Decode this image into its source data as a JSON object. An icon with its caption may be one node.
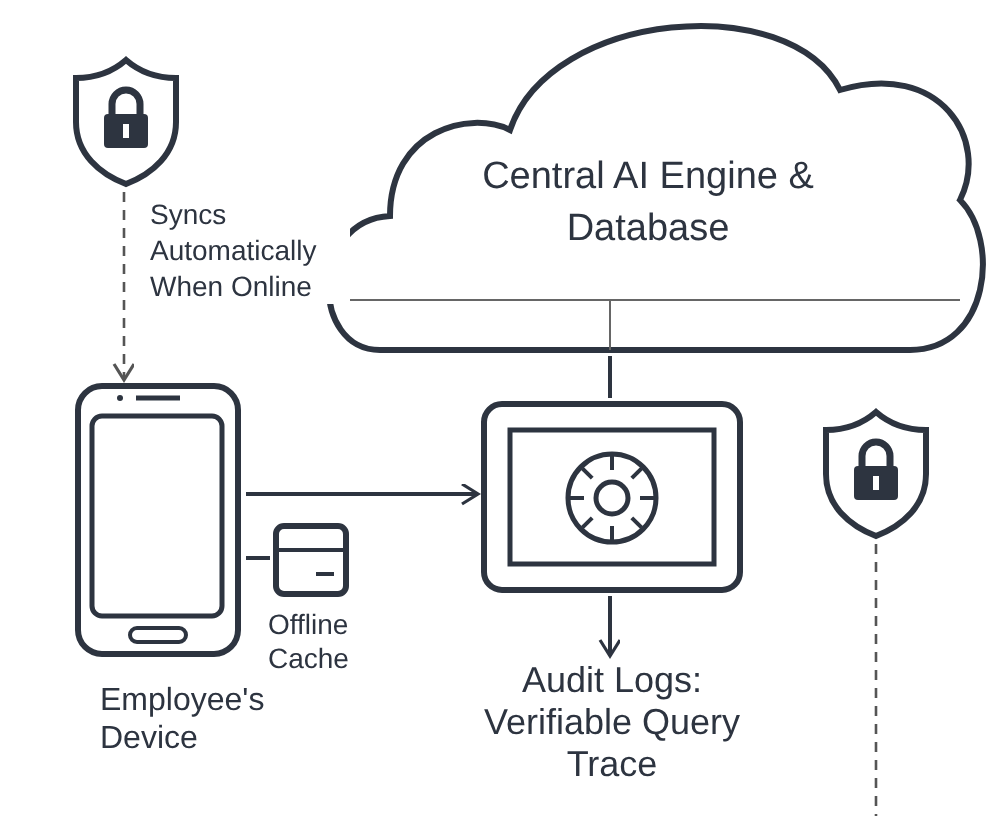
{
  "diagram": {
    "nodes": [
      {
        "text": [],
        "shape": "shield"
      },
      {
        "text": [
          "Central AI Engine & Database"
        ]
      },
      {
        "text": [
          "Employee's Device"
        ]
      },
      {
        "text": [
          "Offline Cache"
        ]
      },
      {
        "text": [],
        "shape": "monitor"
      },
      {
        "text": [
          "Audit Logs: Verifiable Query Trace"
        ]
      },
      {
        "text": [],
        "shape": "shield"
      }
    ],
    "edges": [
      {
        "from": 0,
        "to": 2,
        "arrow": "to",
        "style": "dashed",
        "label": "Syncs Automatically When Online"
      },
      {
        "from": 2,
        "to": 4,
        "arrow": "to"
      },
      {
        "from": 2,
        "to": 3,
        "arrow": "none"
      },
      {
        "from": 1,
        "to": 4,
        "arrow": "none"
      },
      {
        "from": 4,
        "to": 5,
        "arrow": "to"
      },
      {
        "from": 6,
        "to": null,
        "arrow": "none",
        "style": "dashed"
      }
    ]
  }
}
